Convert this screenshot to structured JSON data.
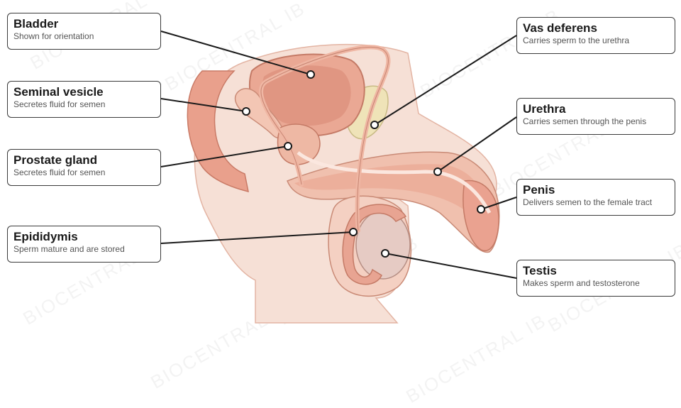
{
  "watermark": "BIOCENTRAL IB",
  "colors": {
    "line": "#1a1a1a",
    "dot": "#ffffff",
    "tissue": "#f2cdbd",
    "flesh": "#e9a08c",
    "duct": "#f0b9a8"
  },
  "labels": {
    "bladder": {
      "title": "Bladder",
      "sub": "Shown for orientation"
    },
    "seminal_vesicle": {
      "title": "Seminal vesicle",
      "sub": "Secretes fluid for semen"
    },
    "prostate": {
      "title": "Prostate gland",
      "sub": "Secretes fluid for semen"
    },
    "epididymis": {
      "title": "Epididymis",
      "sub": "Sperm mature and are stored"
    },
    "vas_deferens": {
      "title": "Vas deferens",
      "sub": "Carries sperm to the urethra"
    },
    "urethra": {
      "title": "Urethra",
      "sub": "Carries semen through the penis"
    },
    "penis": {
      "title": "Penis",
      "sub": "Delivers semen to the female tract"
    },
    "testis": {
      "title": "Testis",
      "sub": "Makes sperm and testosterone"
    }
  }
}
